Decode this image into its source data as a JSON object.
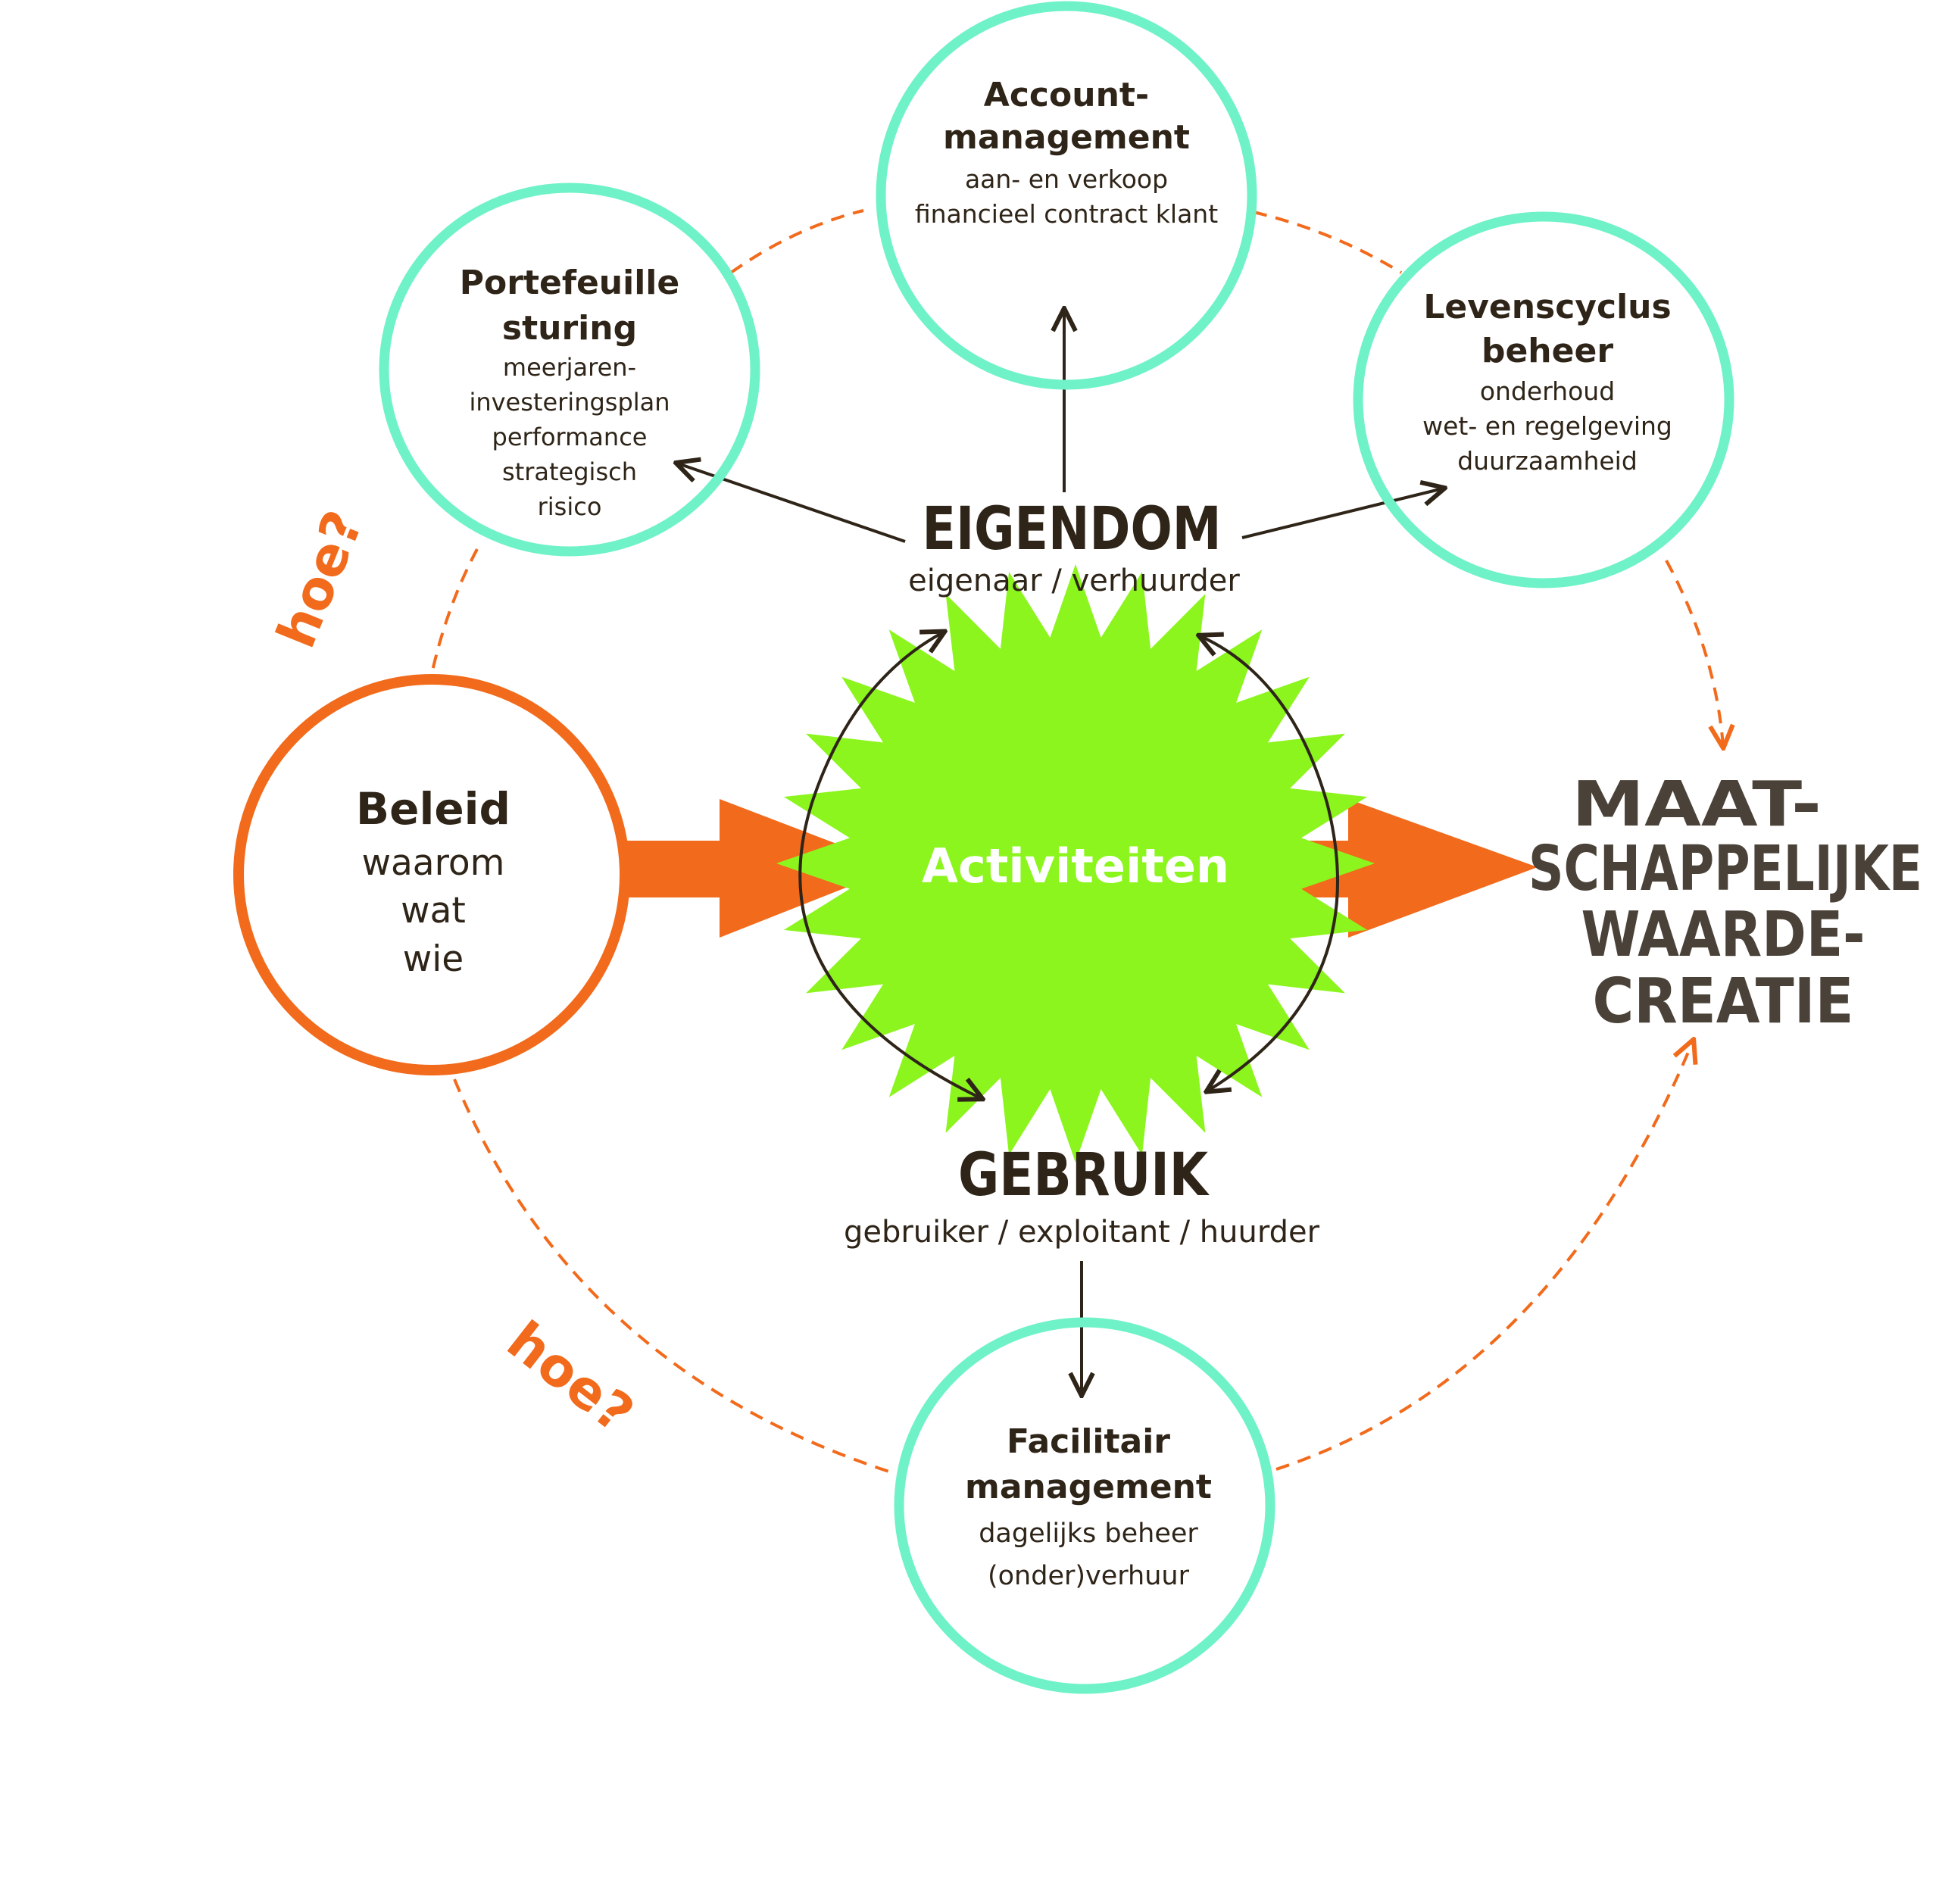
{
  "colors": {
    "teal_circle": "#6ff2c8",
    "orange": "#f26a1b",
    "dark": "#2e2418",
    "green_burst": "#8cf51e"
  },
  "center": {
    "label": "Activiteiten"
  },
  "eigendom": {
    "title": "EIGENDOM",
    "subtitle": "eigenaar / verhuurder"
  },
  "gebruik": {
    "title": "GEBRUIK",
    "subtitle": "gebruiker / exploitant / huurder"
  },
  "beleid": {
    "title": "Beleid",
    "lines": [
      "waarom",
      "wat",
      "wie"
    ]
  },
  "account": {
    "title": [
      "Account-",
      "management"
    ],
    "lines": [
      "aan- en verkoop",
      "financieel contract klant"
    ]
  },
  "portefeuille": {
    "title": [
      "Portefeuille",
      "sturing"
    ],
    "lines": [
      "meerjaren-",
      "investeringsplan",
      "performance",
      "strategisch",
      "risico"
    ]
  },
  "levenscyclus": {
    "title": [
      "Levenscyclus",
      "beheer"
    ],
    "lines": [
      "onderhoud",
      "wet- en regelgeving",
      "duurzaamheid"
    ]
  },
  "facilitair": {
    "title": [
      "Facilitair",
      "management"
    ],
    "lines": [
      "dagelijks beheer",
      "(onder)verhuur"
    ]
  },
  "outcome": {
    "lines": [
      "MAAT-",
      "SCHAPPELIJKE",
      "WAARDE-",
      "CREATIE"
    ]
  },
  "hoe_labels": [
    "hoe?",
    "hoe?"
  ]
}
